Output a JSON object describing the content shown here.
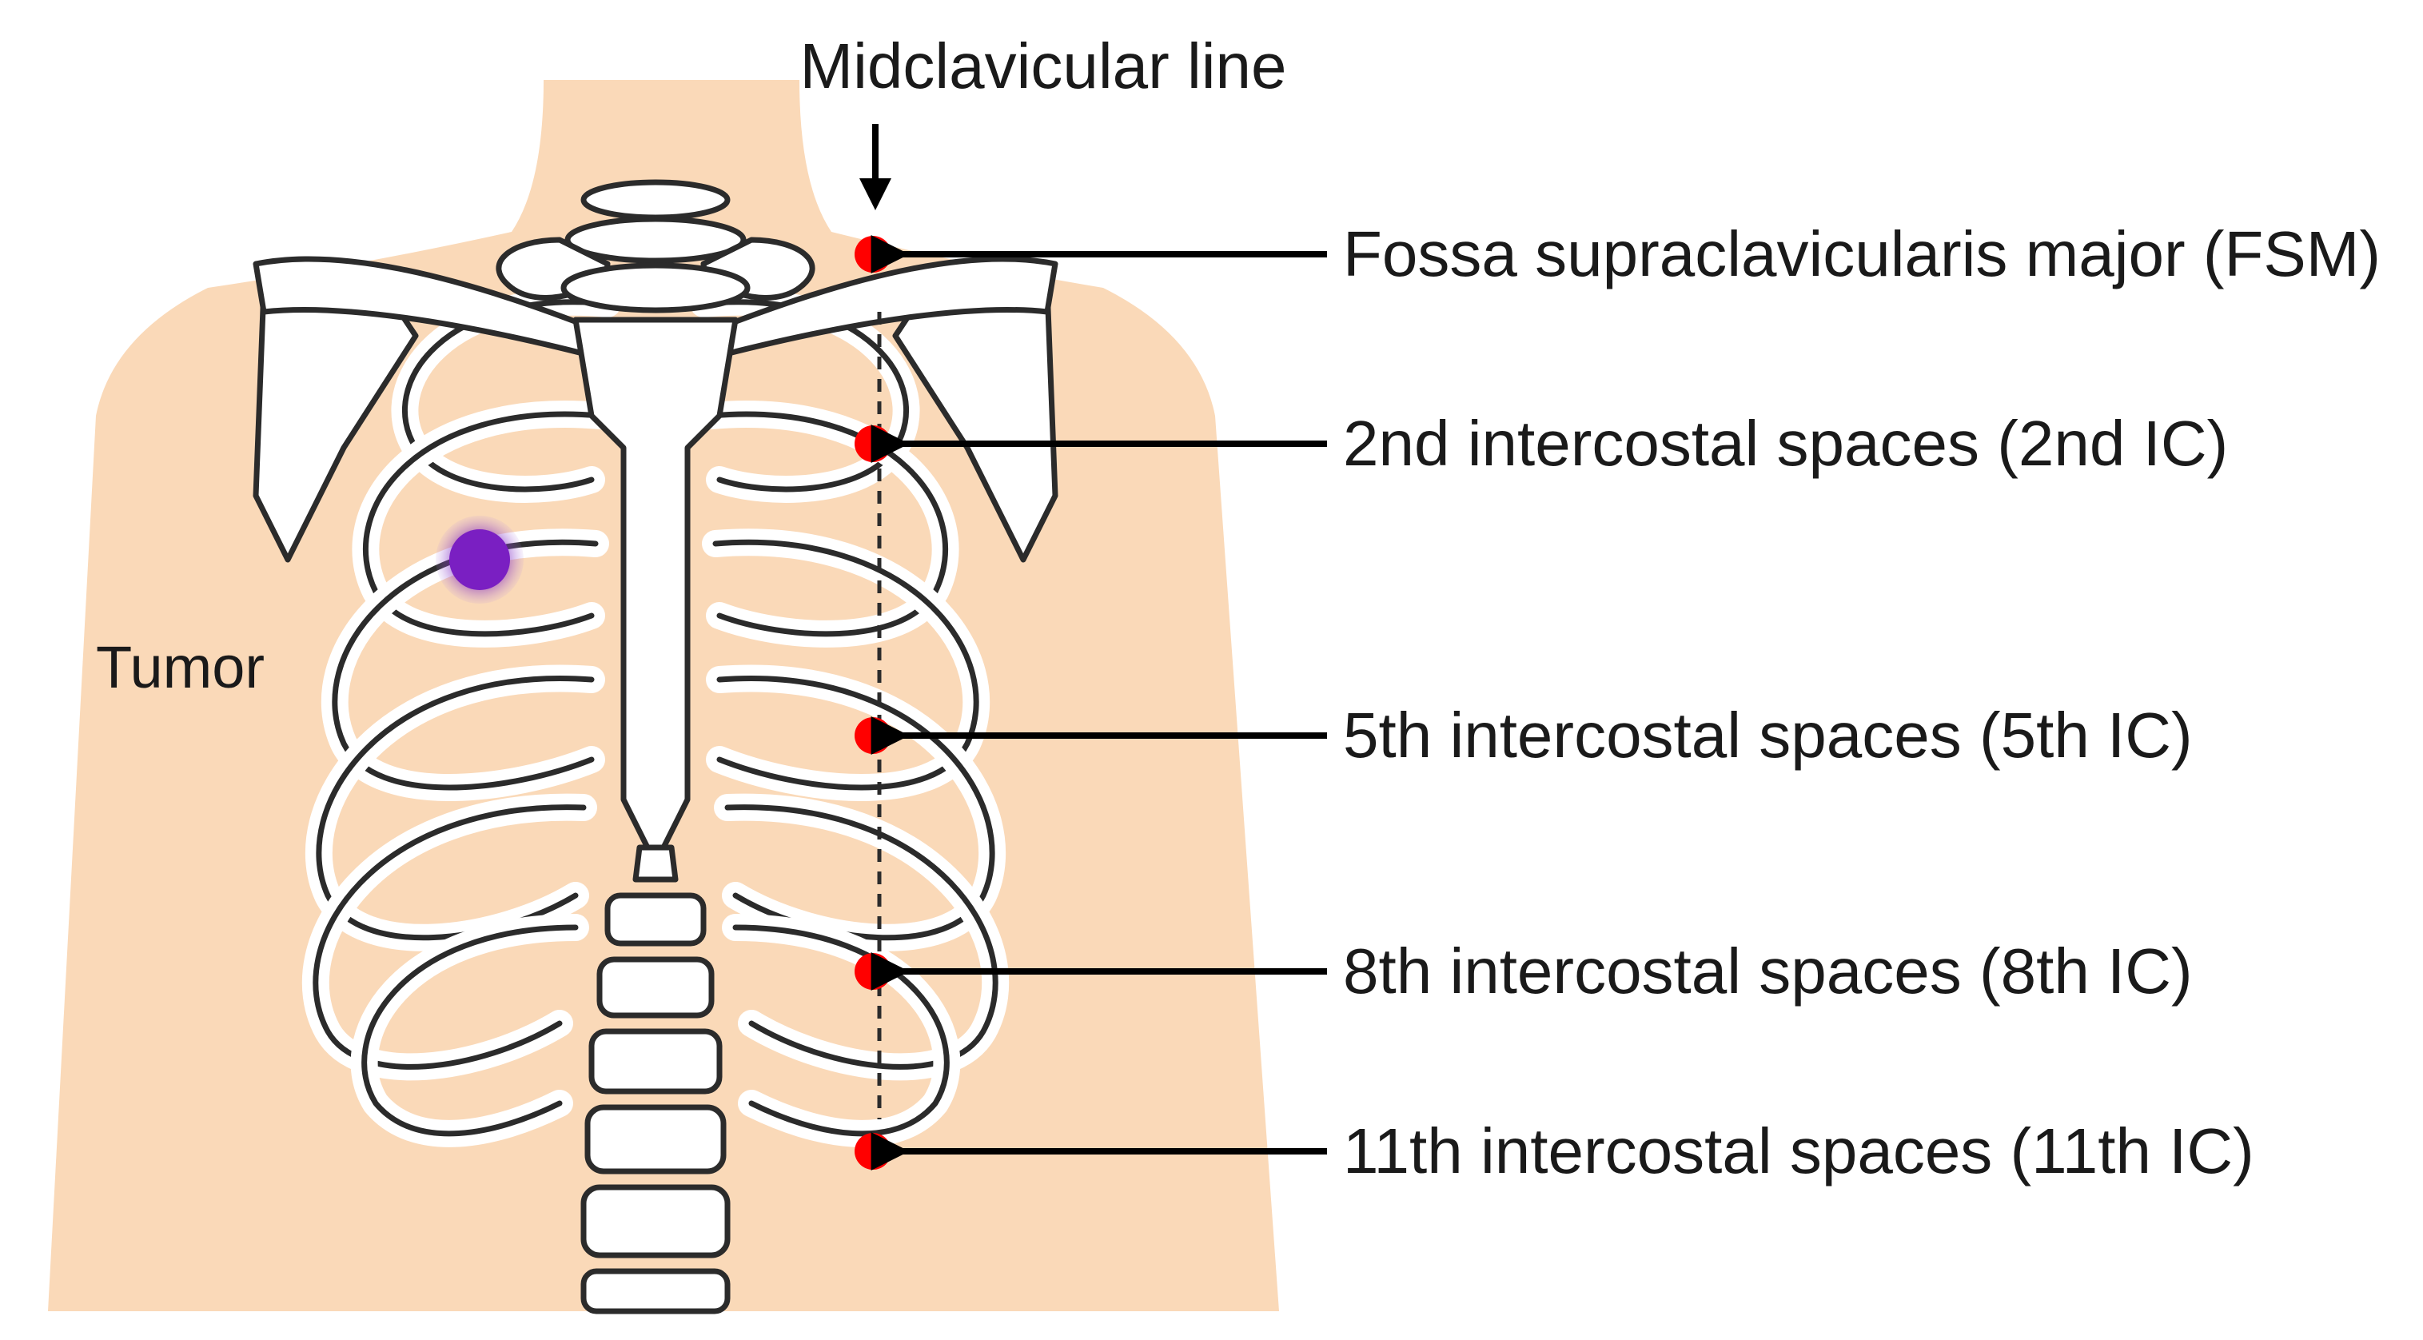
{
  "figure": {
    "top_label": "Midclavicular line",
    "tumor_label": "Tumor",
    "points": [
      {
        "id": "fsm",
        "label": "Fossa supraclavicularis major (FSM)"
      },
      {
        "id": "ic2",
        "label": "2nd intercostal spaces (2nd IC)"
      },
      {
        "id": "ic5",
        "label": "5th intercostal spaces (5th IC)"
      },
      {
        "id": "ic8",
        "label": "8th intercostal spaces (8th IC)"
      },
      {
        "id": "ic11",
        "label": "11th intercostal spaces (11th IC)"
      }
    ],
    "colors": {
      "skin": "#fad9b8",
      "marker": "#ff0000",
      "tumor": "#7a1fc2",
      "bone": "#ffffff",
      "outline": "#2b2b2b"
    }
  }
}
